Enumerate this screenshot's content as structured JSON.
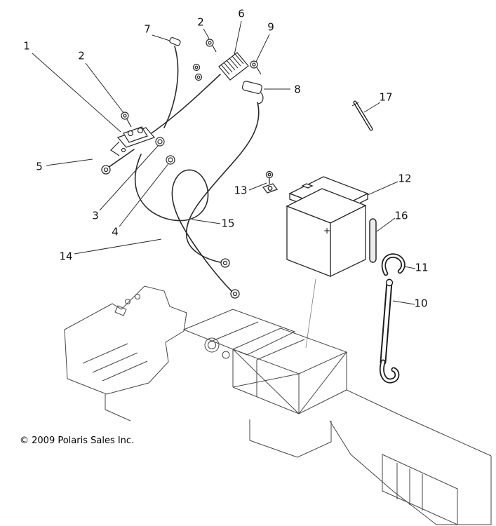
{
  "diagram": {
    "copyright": "© 2009 Polaris Sales Inc.",
    "battery_plus": "+",
    "callouts": [
      {
        "label": "1"
      },
      {
        "label": "2"
      },
      {
        "label": "7"
      },
      {
        "label": "2"
      },
      {
        "label": "6"
      },
      {
        "label": "9"
      },
      {
        "label": "8"
      },
      {
        "label": "17"
      },
      {
        "label": "5"
      },
      {
        "label": "3"
      },
      {
        "label": "4"
      },
      {
        "label": "13"
      },
      {
        "label": "12"
      },
      {
        "label": "15"
      },
      {
        "label": "16"
      },
      {
        "label": "14"
      },
      {
        "label": "11"
      },
      {
        "label": "10"
      }
    ]
  }
}
